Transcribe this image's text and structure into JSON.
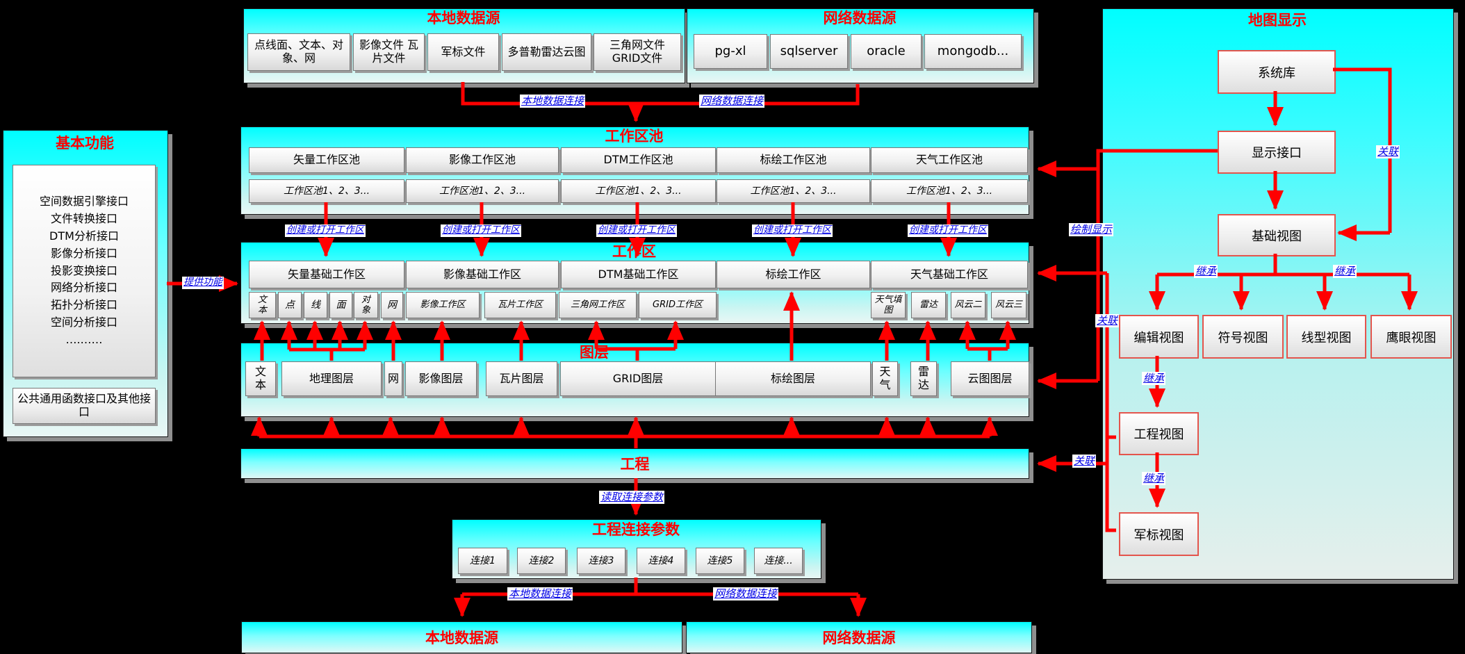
{
  "top_left": {
    "title": "本地数据源",
    "items": [
      "点线面、文本、对象、网",
      "影像文件 瓦片文件",
      "军标文件",
      "多普勒雷达云图",
      "三角网文件 GRID文件"
    ]
  },
  "top_right": {
    "title": "网络数据源",
    "items": [
      "pg-xl",
      "sqlserver",
      "oracle",
      "mongodb..."
    ]
  },
  "basic_functions": {
    "title": "基本功能",
    "interfaces": [
      "空间数据引擎接口",
      "文件转换接口",
      "DTM分析接口",
      "影像分析接口",
      "投影变换接口",
      "网络分析接口",
      "拓扑分析接口",
      "空间分析接口",
      "….……"
    ],
    "common_box": "公共通用函数接口及其他接口"
  },
  "workspace_pool": {
    "title": "工作区池",
    "pools": [
      "矢量工作区池",
      "影像工作区池",
      "DTM工作区池",
      "标绘工作区池",
      "天气工作区池"
    ],
    "instances": [
      "工作区池1、2、3...",
      "工作区池1、2、3...",
      "工作区池1、2、3...",
      "工作区池1、2、3...",
      "工作区池1、2、3..."
    ]
  },
  "workspace": {
    "title": "工作区",
    "bases": [
      "矢量基础工作区",
      "影像基础工作区",
      "DTM基础工作区",
      "标绘工作区",
      "天气基础工作区"
    ],
    "subs": [
      "文本",
      "点",
      "线",
      "面",
      "对象",
      "网",
      "影像工作区",
      "瓦片工作区",
      "三角网工作区",
      "GRID工作区",
      "天气填图",
      "雷达",
      "风云二",
      "风云三"
    ]
  },
  "layers": {
    "title": "图层",
    "items": [
      "文本",
      "地理图层",
      "网",
      "影像图层",
      "瓦片图层",
      "GRID图层",
      "标绘图层",
      "天气",
      "雷达",
      "云图图层"
    ]
  },
  "project": {
    "title": "工程"
  },
  "project_params": {
    "title": "工程连接参数",
    "items": [
      "连接1",
      "连接2",
      "连接3",
      "连接4",
      "连接5",
      "连接..."
    ]
  },
  "bottom": {
    "local": "本地数据源",
    "network": "网络数据源"
  },
  "map_display": {
    "title": "地图显示",
    "nodes": {
      "system_lib": "系统库",
      "display_interface": "显示接口",
      "base_view": "基础视图",
      "edit_view": "编辑视图",
      "symbol_view": "符号视图",
      "line_view": "线型视图",
      "eagle_view": "鹰眼视图",
      "project_view": "工程视图",
      "military_view": "军标视图"
    }
  },
  "labels": {
    "local_conn_top": "本地数据连接",
    "net_conn_top": "网络数据连接",
    "create_open": "创建或打开工作区",
    "provide": "提供功能",
    "read_params": "读取连接参数",
    "local_conn_bottom": "本地数据连接",
    "net_conn_bottom": "网络数据连接",
    "draw_display": "绘制显示",
    "assoc": "关联",
    "inherit": "继承"
  },
  "colors": {
    "arrow_red": "#ff0000",
    "label_blue": "#0000e6",
    "panel_cyan": "#00feff"
  }
}
